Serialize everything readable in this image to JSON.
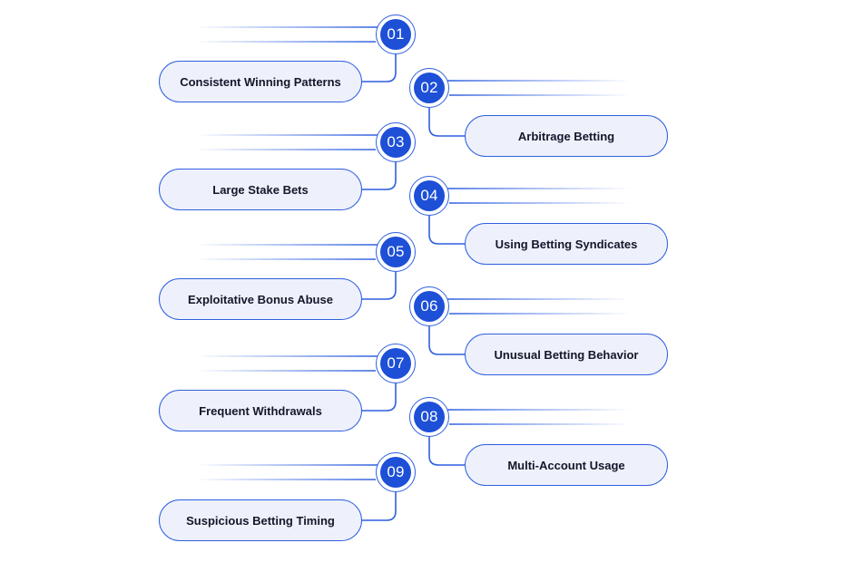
{
  "colors": {
    "accent": "#1d4fd7",
    "outline": "#2f5fe0",
    "pill_fill": "#eef1fb",
    "text": "#14162a"
  },
  "items": [
    {
      "number": "01",
      "label": "Consistent Winning Patterns"
    },
    {
      "number": "02",
      "label": "Arbitrage Betting"
    },
    {
      "number": "03",
      "label": "Large Stake Bets"
    },
    {
      "number": "04",
      "label": "Using Betting Syndicates"
    },
    {
      "number": "05",
      "label": "Exploitative Bonus Abuse"
    },
    {
      "number": "06",
      "label": "Unusual Betting Behavior"
    },
    {
      "number": "07",
      "label": "Frequent Withdrawals"
    },
    {
      "number": "08",
      "label": "Multi-Account Usage"
    },
    {
      "number": "09",
      "label": "Suspicious Betting Timing"
    }
  ]
}
